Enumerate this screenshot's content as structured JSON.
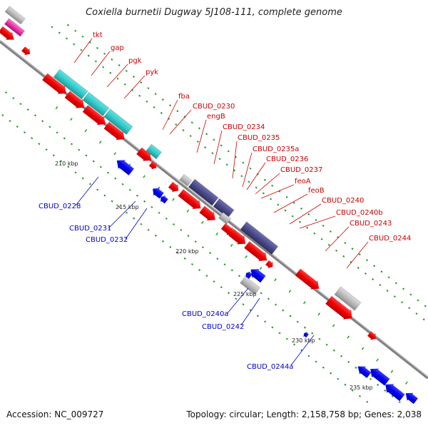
{
  "header": {
    "title": "Coxiella burnetii Dugway 5J108-111, complete genome"
  },
  "footer": {
    "accession": "Accession: NC_009727",
    "topology": "Topology: circular; Length: 2,158,758 bp; Genes: 2,038"
  },
  "colors": {
    "backbone": "#7f7f7f",
    "forward_text": "#cc0000",
    "reverse_text": "#0000cc",
    "cds_red": "#ee0000",
    "cds_blue": "#0000ee",
    "cyan": "#33cccc",
    "purple": "#4a4a8c",
    "grey": "#bbbbbb",
    "pink": "#ee33aa",
    "gc_green": "#229922"
  },
  "scale": {
    "ticks": [
      {
        "label": "210 kbp"
      },
      {
        "label": "215 kbp"
      },
      {
        "label": "220 kbp"
      },
      {
        "label": "225 kbp"
      },
      {
        "label": "230 kbp"
      },
      {
        "label": "235 kbp"
      }
    ]
  },
  "labels": {
    "forward": [
      {
        "text": "tkt"
      },
      {
        "text": "gap"
      },
      {
        "text": "pgk"
      },
      {
        "text": "pyk"
      },
      {
        "text": "fba"
      },
      {
        "text": "CBUD_0230"
      },
      {
        "text": "engB"
      },
      {
        "text": "CBUD_0234"
      },
      {
        "text": "CBUD_0235"
      },
      {
        "text": "CBUD_0235a"
      },
      {
        "text": "CBUD_0236"
      },
      {
        "text": "CBUD_0237"
      },
      {
        "text": "feoA"
      },
      {
        "text": "feoB"
      },
      {
        "text": "CBUD_0240"
      },
      {
        "text": "CBUD_0240b"
      },
      {
        "text": "CBUD_0243"
      },
      {
        "text": "CBUD_0244"
      }
    ],
    "reverse": [
      {
        "text": "CBUD_0228"
      },
      {
        "text": "CBUD_0231"
      },
      {
        "text": "CBUD_0232"
      },
      {
        "text": "CBUD_0240a"
      },
      {
        "text": "CBUD_0242"
      },
      {
        "text": "CBUD_0244a"
      }
    ]
  }
}
